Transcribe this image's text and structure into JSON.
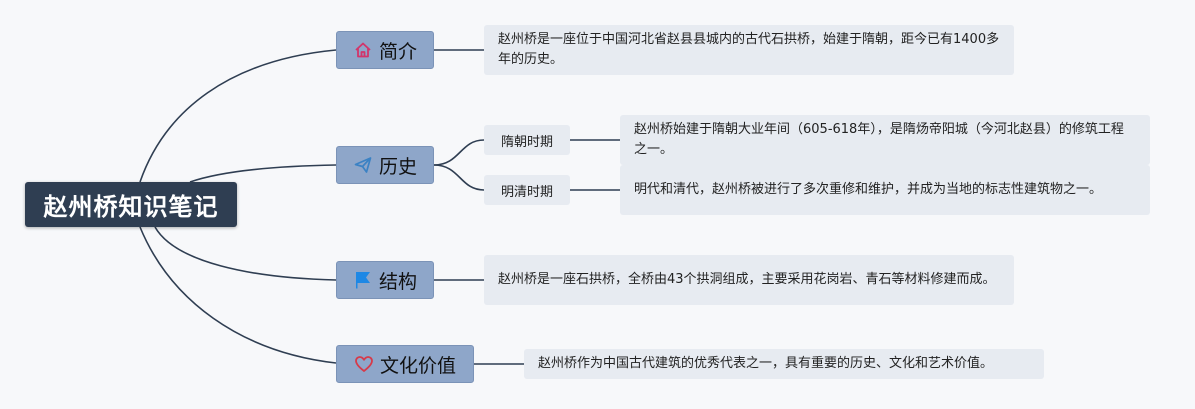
{
  "root": {
    "label": "赵州桥知识笔记"
  },
  "branches": [
    {
      "label": "简介",
      "icon": "home-icon",
      "note": "赵州桥是一座位于中国河北省赵县县城内的古代石拱桥，始建于隋朝，距今已有1400多年的历史。"
    },
    {
      "label": "历史",
      "icon": "paper-plane-icon",
      "children": [
        {
          "label": "隋朝时期",
          "note": "赵州桥始建于隋朝大业年间（605-618年），是隋炀帝阳城（今河北赵县）的修筑工程之一。"
        },
        {
          "label": "明清时期",
          "note": "明代和清代，赵州桥被进行了多次重修和维护，并成为当地的标志性建筑物之一。"
        }
      ]
    },
    {
      "label": "结构",
      "icon": "flag-icon",
      "note": "赵州桥是一座石拱桥，全桥由43个拱洞组成，主要采用花岗岩、青石等材料修建而成。"
    },
    {
      "label": "文化价值",
      "icon": "heart-icon",
      "note": "赵州桥作为中国古代建筑的优秀代表之一，具有重要的历史、文化和艺术价值。"
    }
  ],
  "colors": {
    "root_bg": "#2f3e52",
    "branch_bg": "#8ea6c9",
    "note_bg": "#e7ebf1",
    "line": "#2f3e52",
    "home_icon": "#d2356b",
    "plane_icon": "#3b82c4",
    "flag_icon": "#1e88e5",
    "heart_icon": "#d63a4a"
  }
}
